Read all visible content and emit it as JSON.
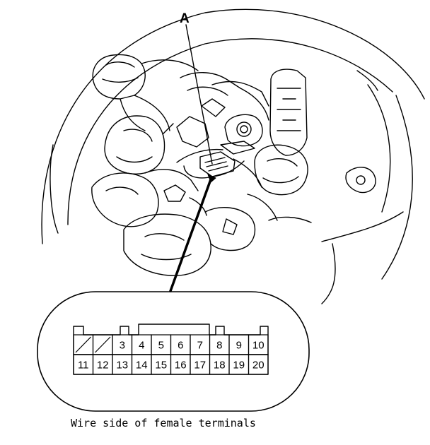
{
  "callout": {
    "label": "A"
  },
  "connector": {
    "top_row": [
      "",
      "",
      "3",
      "4",
      "5",
      "6",
      "7",
      "8",
      "9",
      "10"
    ],
    "bottom_row": [
      "11",
      "12",
      "13",
      "14",
      "15",
      "16",
      "17",
      "18",
      "19",
      "20"
    ],
    "unused_cavities": [
      1,
      2
    ]
  },
  "caption": "Wire side of female terminals"
}
